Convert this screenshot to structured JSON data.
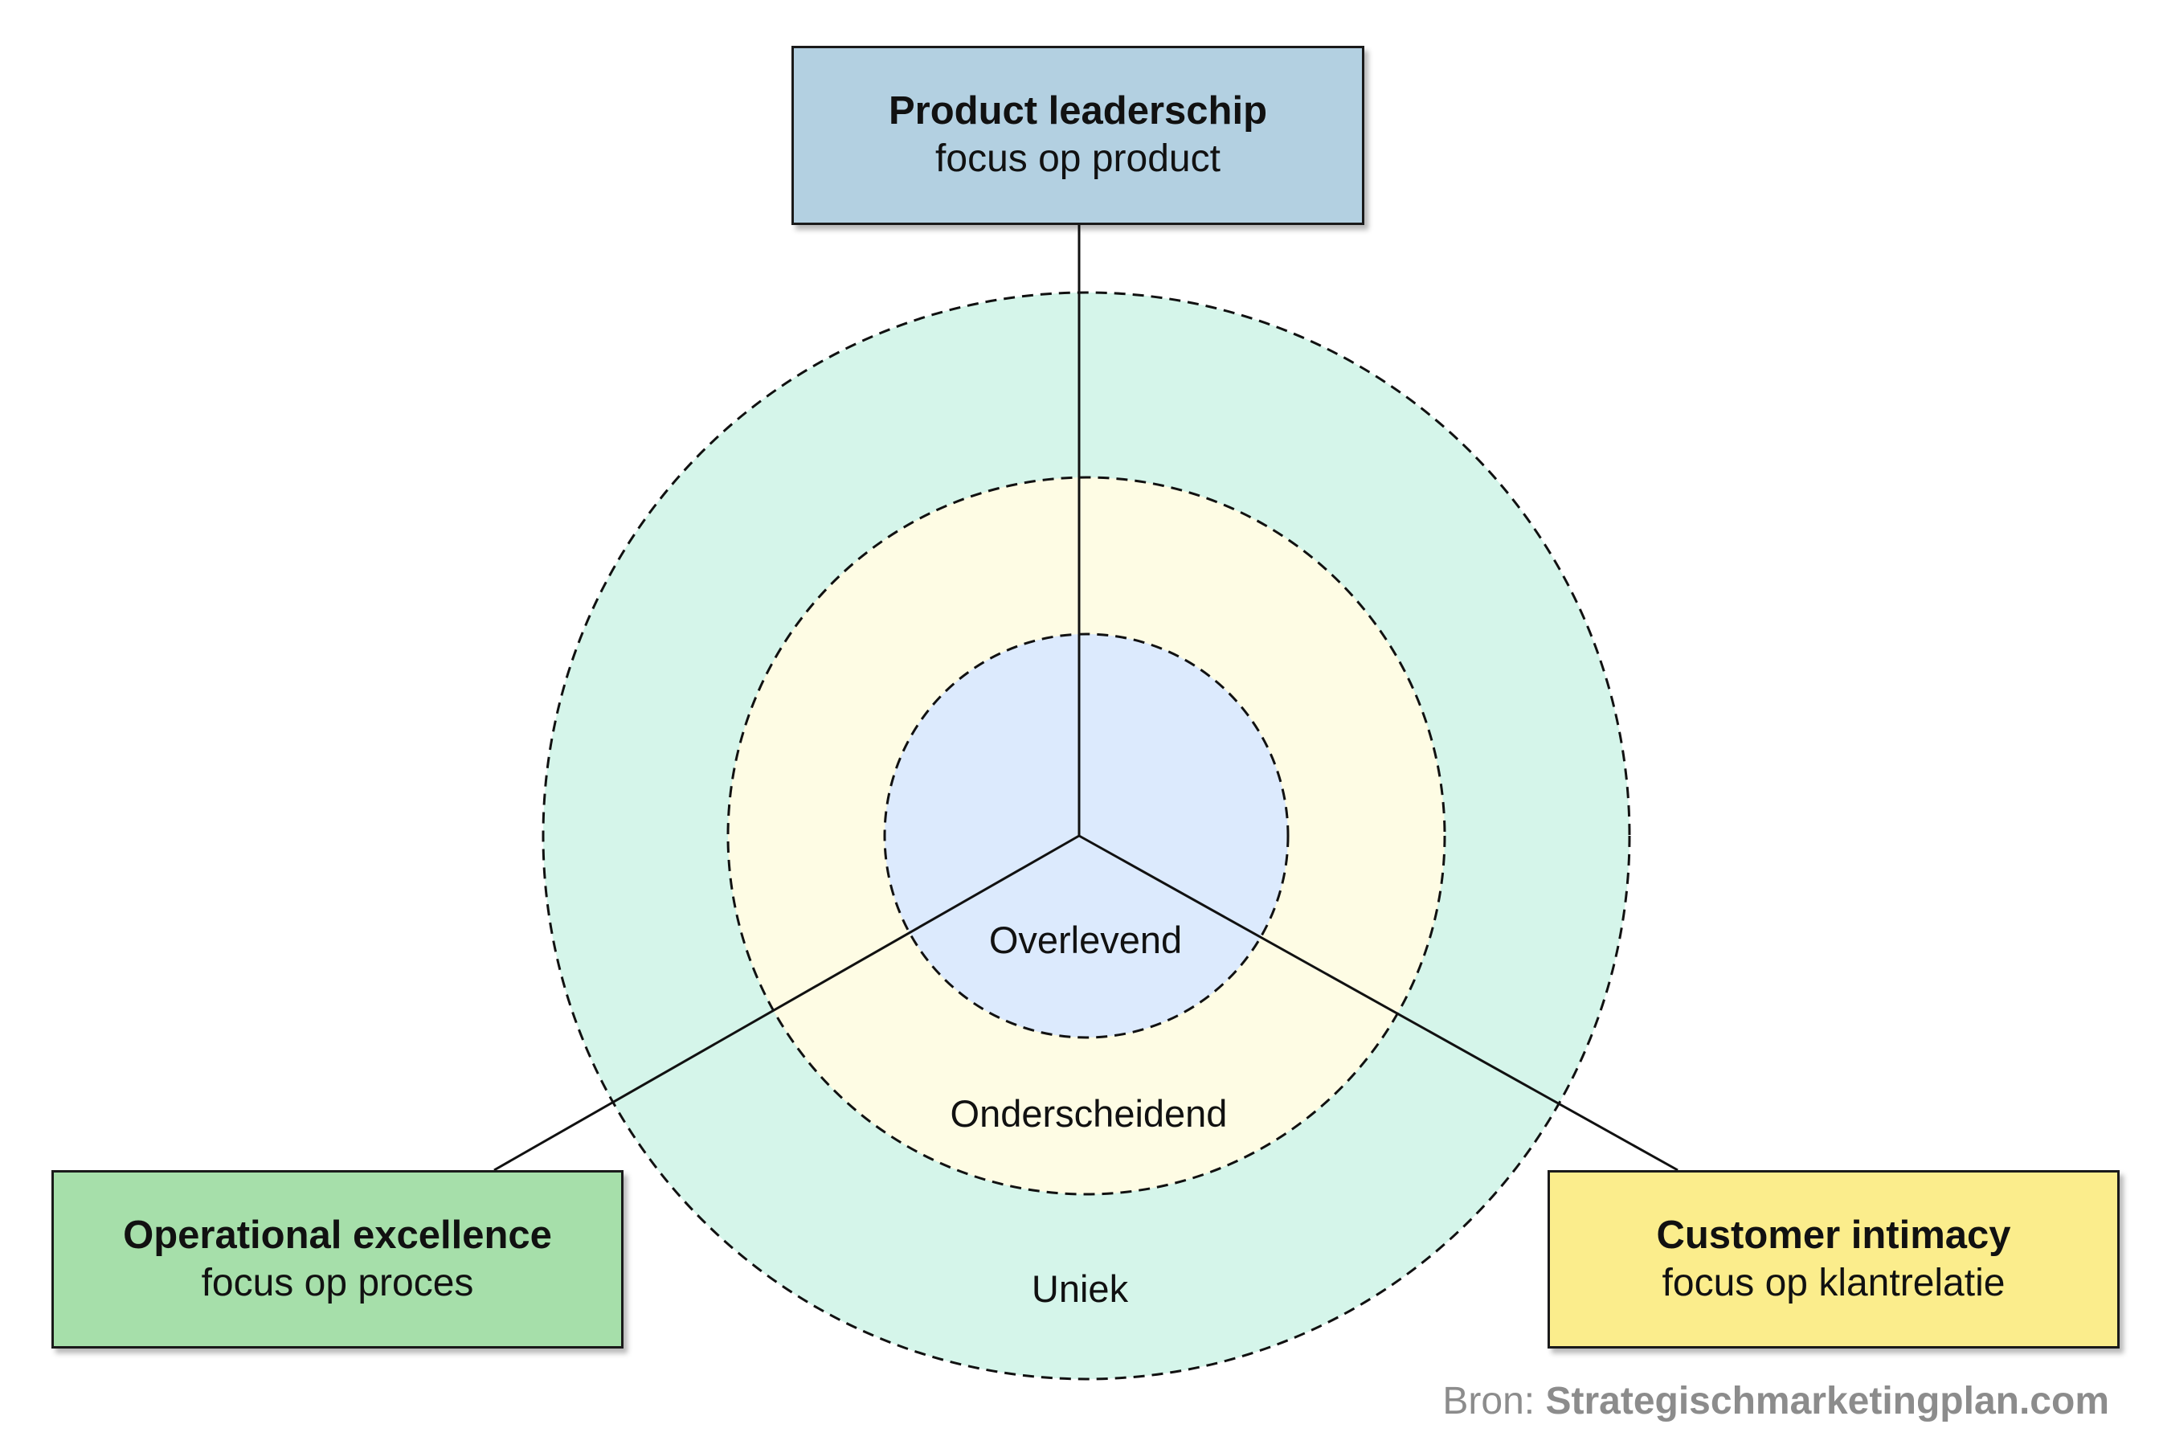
{
  "diagram": {
    "strategies": [
      {
        "title": "Product leaderschip",
        "subtitle": "focus op product",
        "color": "#b3d0e1"
      },
      {
        "title": "Operational excellence",
        "subtitle": "focus op proces",
        "color": "#a6dfaa"
      },
      {
        "title": "Customer intimacy",
        "subtitle": "focus op klantrelatie",
        "color": "#fbed8c"
      }
    ],
    "rings": [
      {
        "label": "Overlevend",
        "color": "#dceafd"
      },
      {
        "label": "Onderscheidend",
        "color": "#fefce4"
      },
      {
        "label": "Uniek",
        "color": "#d5f5ea"
      }
    ],
    "source": {
      "prefix": "Bron: ",
      "site": "Strategischmarketingplan.com"
    },
    "line_color": "#111111",
    "source_color": "#8c8c8c"
  }
}
